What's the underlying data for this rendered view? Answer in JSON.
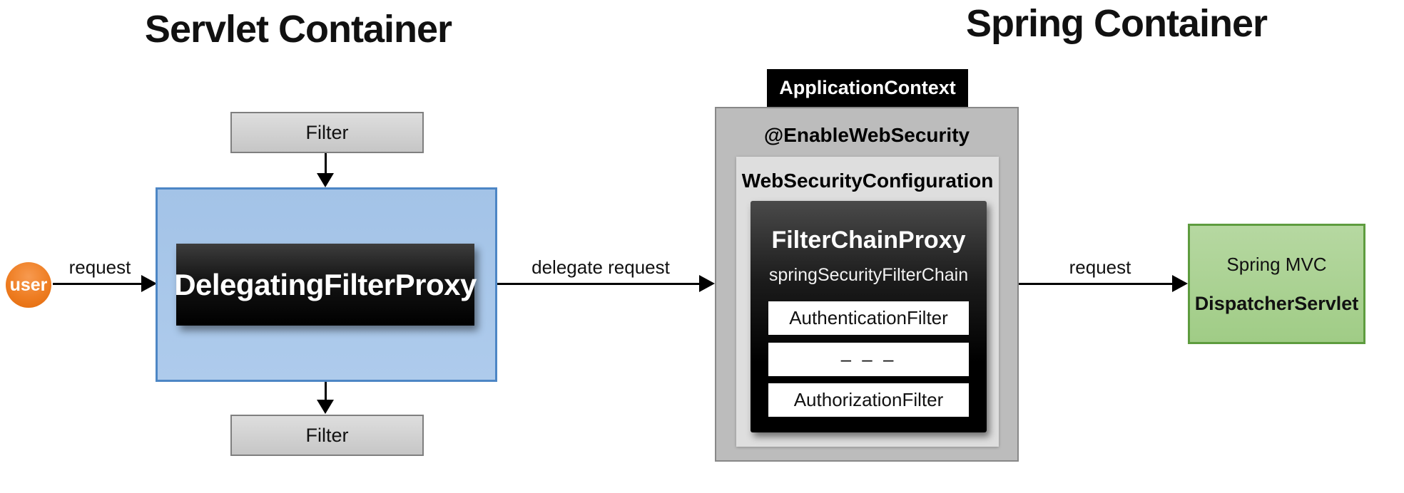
{
  "titles": {
    "servlet": "Servlet Container",
    "spring": "Spring Container"
  },
  "actors": {
    "user": "user"
  },
  "flow_labels": {
    "request_left": "request",
    "delegate_request": "delegate request",
    "request_right": "request"
  },
  "servlet_container": {
    "filter_top": "Filter",
    "filter_bottom": "Filter",
    "delegating_filter_proxy": "DelegatingFilterProxy"
  },
  "spring_container": {
    "application_context": "ApplicationContext",
    "enable_web_security": "@EnableWebSecurity",
    "web_security_configuration": "WebSecurityConfiguration",
    "filter_chain_proxy": {
      "title": "FilterChainProxy",
      "subtitle": "springSecurityFilterChain",
      "filters": [
        "AuthenticationFilter",
        "– – –",
        "AuthorizationFilter"
      ]
    },
    "spring_mvc": {
      "title": "Spring MVC",
      "servlet": "DispatcherServlet"
    }
  },
  "colors": {
    "servlet_box_fill": "#a9c7e9",
    "servlet_box_border": "#4d86c5",
    "mvc_box_fill": "#abd392",
    "mvc_box_border": "#5e9c3f",
    "user_orange": "#ee7d22",
    "spring_container_fill": "#bcbcbc",
    "config_box_fill": "#dedede",
    "proxy_box_fill": "#000000",
    "filter_box_fill": "#d2d2d2"
  }
}
